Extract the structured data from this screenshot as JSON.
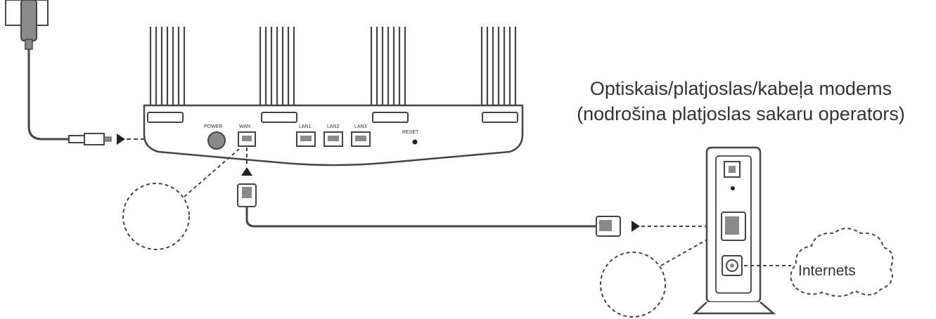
{
  "modem": {
    "caption_line1": "Optiskais/platjoslas/kabeļa modems",
    "caption_line2": "(nodrošina platjoslas sakaru operators)"
  },
  "router": {
    "ports": {
      "power": "POWER",
      "wan": "WAN",
      "lan1": "LAN1",
      "lan2": "LAN2",
      "lan3": "LAN3",
      "reset": "RESET"
    }
  },
  "cloud": {
    "label": "Internets"
  },
  "colors": {
    "line": "#444444",
    "fill_light": "#f4f4f4",
    "fill_dark": "#8a8a8a"
  }
}
